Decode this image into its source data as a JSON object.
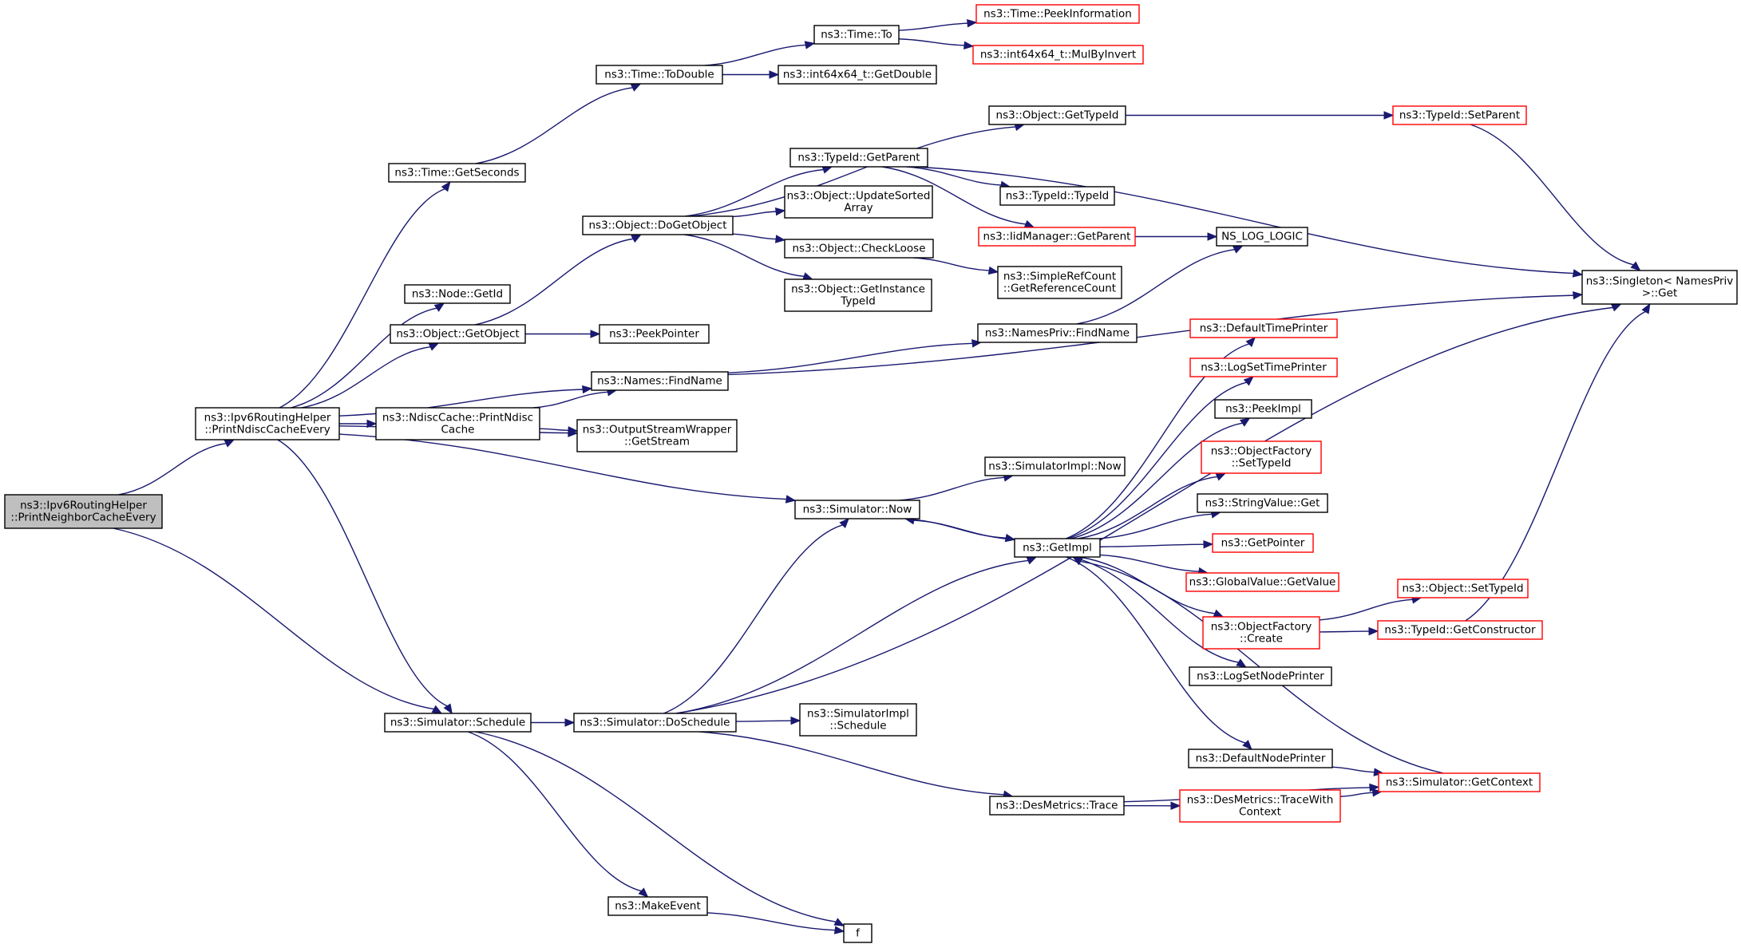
{
  "nodes": [
    {
      "id": "root",
      "lines": [
        "ns3::Ipv6RoutingHelper",
        "::PrintNeighborCacheEvery"
      ],
      "style": "root"
    },
    {
      "id": "printNdisc",
      "lines": [
        "ns3::Ipv6RoutingHelper",
        "::PrintNdiscCacheEvery"
      ],
      "style": "normal"
    },
    {
      "id": "schedule",
      "lines": [
        "ns3::Simulator::Schedule"
      ],
      "style": "normal"
    },
    {
      "id": "getSeconds",
      "lines": [
        "ns3::Time::GetSeconds"
      ],
      "style": "normal"
    },
    {
      "id": "nodeGetId",
      "lines": [
        "ns3::Node::GetId"
      ],
      "style": "normal"
    },
    {
      "id": "getObject",
      "lines": [
        "ns3::Object::GetObject"
      ],
      "style": "normal"
    },
    {
      "id": "namesFind",
      "lines": [
        "ns3::Names::FindName"
      ],
      "style": "normal"
    },
    {
      "id": "ndiscPrint",
      "lines": [
        "ns3::NdiscCache::PrintNdisc",
        "Cache"
      ],
      "style": "normal"
    },
    {
      "id": "getStream",
      "lines": [
        "ns3::OutputStreamWrapper",
        "::GetStream"
      ],
      "style": "normal"
    },
    {
      "id": "now",
      "lines": [
        "ns3::Simulator::Now"
      ],
      "style": "normal"
    },
    {
      "id": "toDouble",
      "lines": [
        "ns3::Time::ToDouble"
      ],
      "style": "normal"
    },
    {
      "id": "timeTo",
      "lines": [
        "ns3::Time::To"
      ],
      "style": "normal"
    },
    {
      "id": "peekInfo",
      "lines": [
        "ns3::Time::PeekInformation"
      ],
      "style": "red"
    },
    {
      "id": "mulByInvert",
      "lines": [
        "ns3::int64x64_t::MulByInvert"
      ],
      "style": "red"
    },
    {
      "id": "getDouble",
      "lines": [
        "ns3::int64x64_t::GetDouble"
      ],
      "style": "normal"
    },
    {
      "id": "doGetObject",
      "lines": [
        "ns3::Object::DoGetObject"
      ],
      "style": "normal"
    },
    {
      "id": "peekPointer",
      "lines": [
        "ns3::PeekPointer"
      ],
      "style": "normal"
    },
    {
      "id": "objGetTypeId",
      "lines": [
        "ns3::Object::GetTypeId"
      ],
      "style": "normal"
    },
    {
      "id": "setParent",
      "lines": [
        "ns3::TypeId::SetParent"
      ],
      "style": "red"
    },
    {
      "id": "singletonGet",
      "lines": [
        "ns3::Singleton< NamesPriv",
        ">::Get"
      ],
      "style": "normal"
    },
    {
      "id": "typeGetParent",
      "lines": [
        "ns3::TypeId::GetParent"
      ],
      "style": "normal"
    },
    {
      "id": "typeTypeId",
      "lines": [
        "ns3::TypeId::TypeId"
      ],
      "style": "normal"
    },
    {
      "id": "iidGetParent",
      "lines": [
        "ns3::IidManager::GetParent"
      ],
      "style": "red"
    },
    {
      "id": "nsLogLogic",
      "lines": [
        "NS_LOG_LOGIC"
      ],
      "style": "normal"
    },
    {
      "id": "updateSorted",
      "lines": [
        "ns3::Object::UpdateSorted",
        "Array"
      ],
      "style": "normal"
    },
    {
      "id": "checkLoose",
      "lines": [
        "ns3::Object::CheckLoose"
      ],
      "style": "normal"
    },
    {
      "id": "getInstance",
      "lines": [
        "ns3::Object::GetInstance",
        "TypeId"
      ],
      "style": "normal"
    },
    {
      "id": "getRefCount",
      "lines": [
        "ns3::SimpleRefCount",
        "::GetReferenceCount"
      ],
      "style": "normal"
    },
    {
      "id": "namesPrivFind",
      "lines": [
        "ns3::NamesPriv::FindName"
      ],
      "style": "normal"
    },
    {
      "id": "defaultTimePrinter",
      "lines": [
        "ns3::DefaultTimePrinter"
      ],
      "style": "red"
    },
    {
      "id": "logSetTimePrinter",
      "lines": [
        "ns3::LogSetTimePrinter"
      ],
      "style": "red"
    },
    {
      "id": "peekImpl",
      "lines": [
        "ns3::PeekImpl"
      ],
      "style": "normal"
    },
    {
      "id": "ofSetTypeId",
      "lines": [
        "ns3::ObjectFactory",
        "::SetTypeId"
      ],
      "style": "red"
    },
    {
      "id": "simImplNow",
      "lines": [
        "ns3::SimulatorImpl::Now"
      ],
      "style": "normal"
    },
    {
      "id": "stringValueGet",
      "lines": [
        "ns3::StringValue::Get"
      ],
      "style": "normal"
    },
    {
      "id": "getImpl",
      "lines": [
        "ns3::GetImpl"
      ],
      "style": "normal"
    },
    {
      "id": "getPointer",
      "lines": [
        "ns3::GetPointer"
      ],
      "style": "red"
    },
    {
      "id": "globalGetValue",
      "lines": [
        "ns3::GlobalValue::GetValue"
      ],
      "style": "red"
    },
    {
      "id": "ofCreate",
      "lines": [
        "ns3::ObjectFactory",
        "::Create"
      ],
      "style": "red"
    },
    {
      "id": "objSetTypeId",
      "lines": [
        "ns3::Object::SetTypeId"
      ],
      "style": "red"
    },
    {
      "id": "getConstructor",
      "lines": [
        "ns3::TypeId::GetConstructor"
      ],
      "style": "red"
    },
    {
      "id": "logSetNodePrinter",
      "lines": [
        "ns3::LogSetNodePrinter"
      ],
      "style": "normal"
    },
    {
      "id": "doSchedule",
      "lines": [
        "ns3::Simulator::DoSchedule"
      ],
      "style": "normal"
    },
    {
      "id": "simImplSchedule",
      "lines": [
        "ns3::SimulatorImpl",
        "::Schedule"
      ],
      "style": "normal"
    },
    {
      "id": "defaultNodePrinter",
      "lines": [
        "ns3::DefaultNodePrinter"
      ],
      "style": "normal"
    },
    {
      "id": "getContext",
      "lines": [
        "ns3::Simulator::GetContext"
      ],
      "style": "red"
    },
    {
      "id": "desTrace",
      "lines": [
        "ns3::DesMetrics::Trace"
      ],
      "style": "normal"
    },
    {
      "id": "desTraceCtx",
      "lines": [
        "ns3::DesMetrics::TraceWith",
        "Context"
      ],
      "style": "red"
    },
    {
      "id": "makeEvent",
      "lines": [
        "ns3::MakeEvent"
      ],
      "style": "normal"
    },
    {
      "id": "f",
      "lines": [
        "f"
      ],
      "style": "normal"
    }
  ],
  "edges": [
    [
      "root",
      "printNdisc"
    ],
    [
      "root",
      "schedule"
    ],
    [
      "printNdisc",
      "getSeconds"
    ],
    [
      "printNdisc",
      "nodeGetId"
    ],
    [
      "printNdisc",
      "getObject"
    ],
    [
      "printNdisc",
      "namesFind"
    ],
    [
      "printNdisc",
      "ndiscPrint"
    ],
    [
      "printNdisc",
      "getStream"
    ],
    [
      "printNdisc",
      "now"
    ],
    [
      "printNdisc",
      "schedule"
    ],
    [
      "getSeconds",
      "toDouble"
    ],
    [
      "toDouble",
      "timeTo"
    ],
    [
      "toDouble",
      "getDouble"
    ],
    [
      "timeTo",
      "peekInfo"
    ],
    [
      "timeTo",
      "mulByInvert"
    ],
    [
      "getObject",
      "doGetObject"
    ],
    [
      "getObject",
      "peekPointer"
    ],
    [
      "doGetObject",
      "objGetTypeId"
    ],
    [
      "doGetObject",
      "typeGetParent"
    ],
    [
      "doGetObject",
      "updateSorted"
    ],
    [
      "doGetObject",
      "checkLoose"
    ],
    [
      "doGetObject",
      "getInstance"
    ],
    [
      "objGetTypeId",
      "setParent"
    ],
    [
      "setParent",
      "singletonGet"
    ],
    [
      "typeGetParent",
      "typeTypeId"
    ],
    [
      "typeGetParent",
      "iidGetParent"
    ],
    [
      "typeGetParent",
      "singletonGet"
    ],
    [
      "iidGetParent",
      "nsLogLogic"
    ],
    [
      "checkLoose",
      "getRefCount"
    ],
    [
      "namesFind",
      "namesPrivFind"
    ],
    [
      "namesFind",
      "singletonGet"
    ],
    [
      "namesPrivFind",
      "nsLogLogic"
    ],
    [
      "ndiscPrint",
      "namesFind"
    ],
    [
      "ndiscPrint",
      "getStream"
    ],
    [
      "now",
      "simImplNow"
    ],
    [
      "now",
      "getImpl"
    ],
    [
      "getImpl",
      "defaultTimePrinter"
    ],
    [
      "getImpl",
      "logSetTimePrinter"
    ],
    [
      "getImpl",
      "peekImpl"
    ],
    [
      "getImpl",
      "ofSetTypeId"
    ],
    [
      "getImpl",
      "stringValueGet"
    ],
    [
      "getImpl",
      "getPointer"
    ],
    [
      "getImpl",
      "globalGetValue"
    ],
    [
      "getImpl",
      "ofCreate"
    ],
    [
      "getImpl",
      "logSetNodePrinter"
    ],
    [
      "getImpl",
      "defaultNodePrinter"
    ],
    [
      "getImpl",
      "now"
    ],
    [
      "ofCreate",
      "objSetTypeId"
    ],
    [
      "ofCreate",
      "getConstructor"
    ],
    [
      "getConstructor",
      "singletonGet"
    ],
    [
      "defaultNodePrinter",
      "getContext"
    ],
    [
      "getContext",
      "getImpl"
    ],
    [
      "schedule",
      "doSchedule"
    ],
    [
      "schedule",
      "makeEvent"
    ],
    [
      "schedule",
      "f"
    ],
    [
      "doSchedule",
      "now"
    ],
    [
      "doSchedule",
      "getImpl"
    ],
    [
      "doSchedule",
      "simImplSchedule"
    ],
    [
      "doSchedule",
      "desTrace"
    ],
    [
      "doSchedule",
      "singletonGet"
    ],
    [
      "desTrace",
      "desTraceCtx"
    ],
    [
      "desTrace",
      "getContext"
    ],
    [
      "desTraceCtx",
      "getContext"
    ],
    [
      "makeEvent",
      "f"
    ]
  ]
}
